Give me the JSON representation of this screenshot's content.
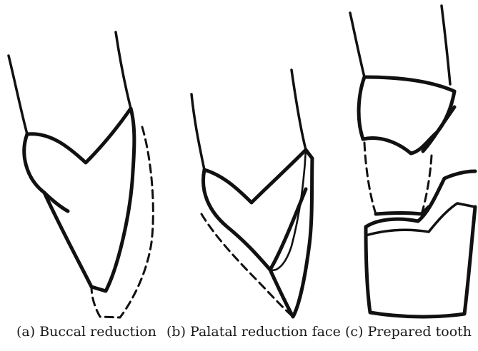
{
  "figure": {
    "panels": [
      {
        "id": "a",
        "caption": "(a) Buccal reduction"
      },
      {
        "id": "b",
        "caption": "(b) Palatal reduction face"
      },
      {
        "id": "c",
        "caption": "(c) Prepared tooth"
      }
    ],
    "colors": {
      "line": "#111111",
      "background": "#ffffff"
    }
  }
}
